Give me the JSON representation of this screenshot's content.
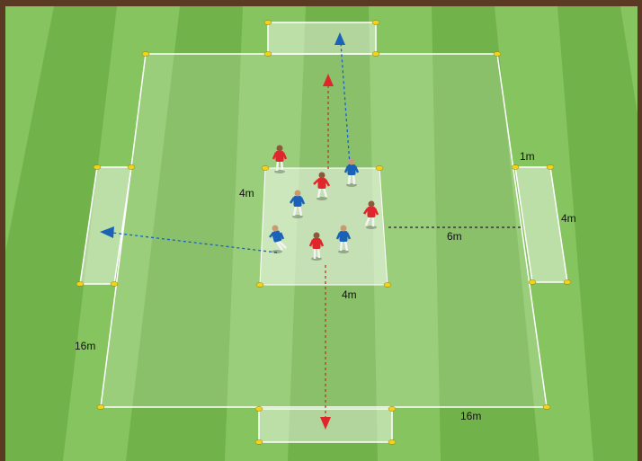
{
  "labels": {
    "inner_side": "4m",
    "inner_bottom": "4m",
    "gap": "6m",
    "outer_side": "16m",
    "outer_bottom": "16m",
    "goal_depth": "1m",
    "goal_width": "4m"
  },
  "colors": {
    "pitch_light": "#86c45f",
    "pitch_dark": "#6fb04a",
    "red_team": "#e0262b",
    "blue_team": "#1a62b8",
    "cone": "#f2d21a",
    "line": "#ffffff"
  }
}
